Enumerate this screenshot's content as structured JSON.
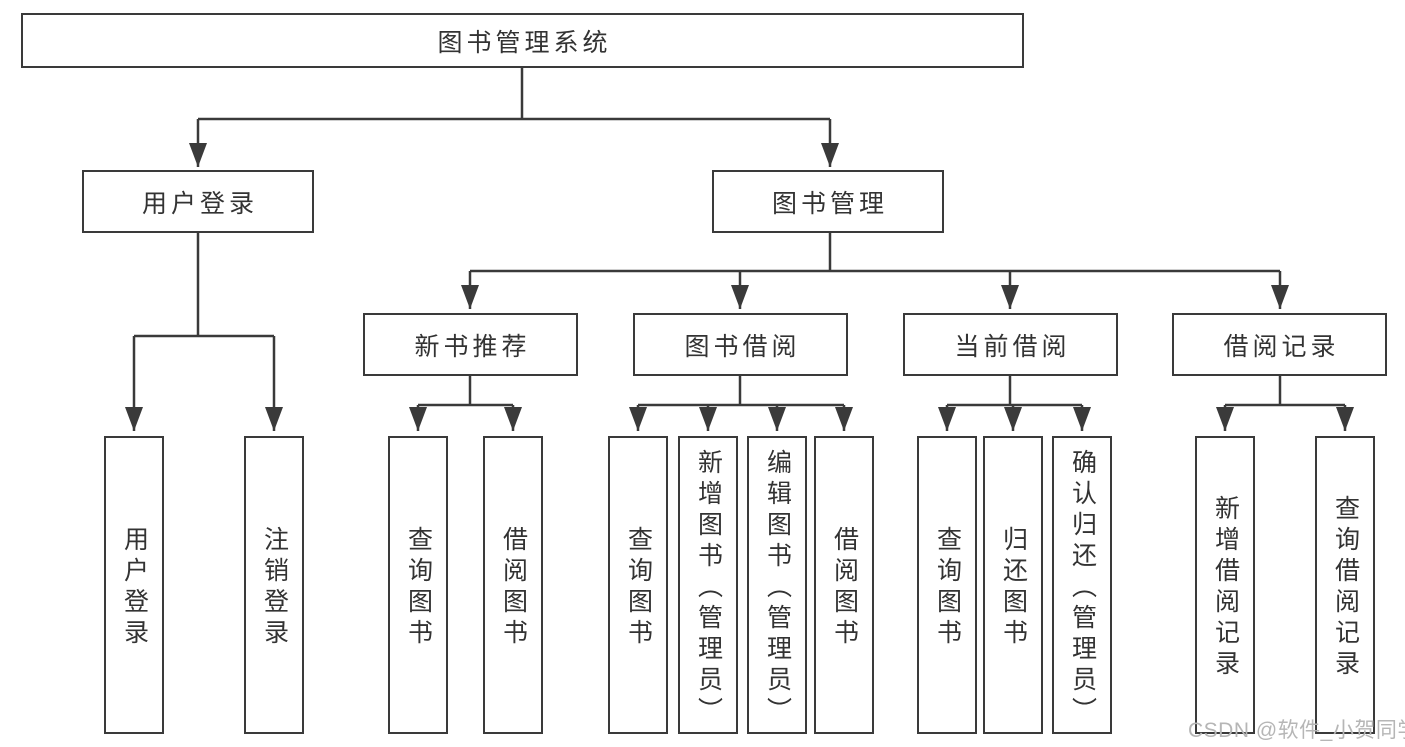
{
  "colors": {
    "line": "#3a3a3a",
    "border": "#3a3a3a",
    "text": "#333333",
    "background": "#ffffff",
    "watermark": "#b6b6b6"
  },
  "tree": {
    "root": {
      "label": "图书管理系统"
    },
    "branches": [
      {
        "label": "用户登录",
        "children": [
          {
            "label": "用户登录"
          },
          {
            "label": "注销登录"
          }
        ]
      },
      {
        "label": "图书管理",
        "children": [
          {
            "label": "新书推荐",
            "children": [
              {
                "label": "查询图书"
              },
              {
                "label": "借阅图书"
              }
            ]
          },
          {
            "label": "图书借阅",
            "children": [
              {
                "label": "查询图书"
              },
              {
                "label": "新增图书（管理员）"
              },
              {
                "label": "编辑图书（管理员）"
              },
              {
                "label": "借阅图书"
              }
            ]
          },
          {
            "label": "当前借阅",
            "children": [
              {
                "label": "查询图书"
              },
              {
                "label": "归还图书"
              },
              {
                "label": "确认归还（管理员）"
              }
            ]
          },
          {
            "label": "借阅记录",
            "children": [
              {
                "label": "新增借阅记录"
              },
              {
                "label": "查询借阅记录"
              }
            ]
          }
        ]
      }
    ]
  },
  "watermark": {
    "text": "CSDN @软件_小贺同学"
  }
}
